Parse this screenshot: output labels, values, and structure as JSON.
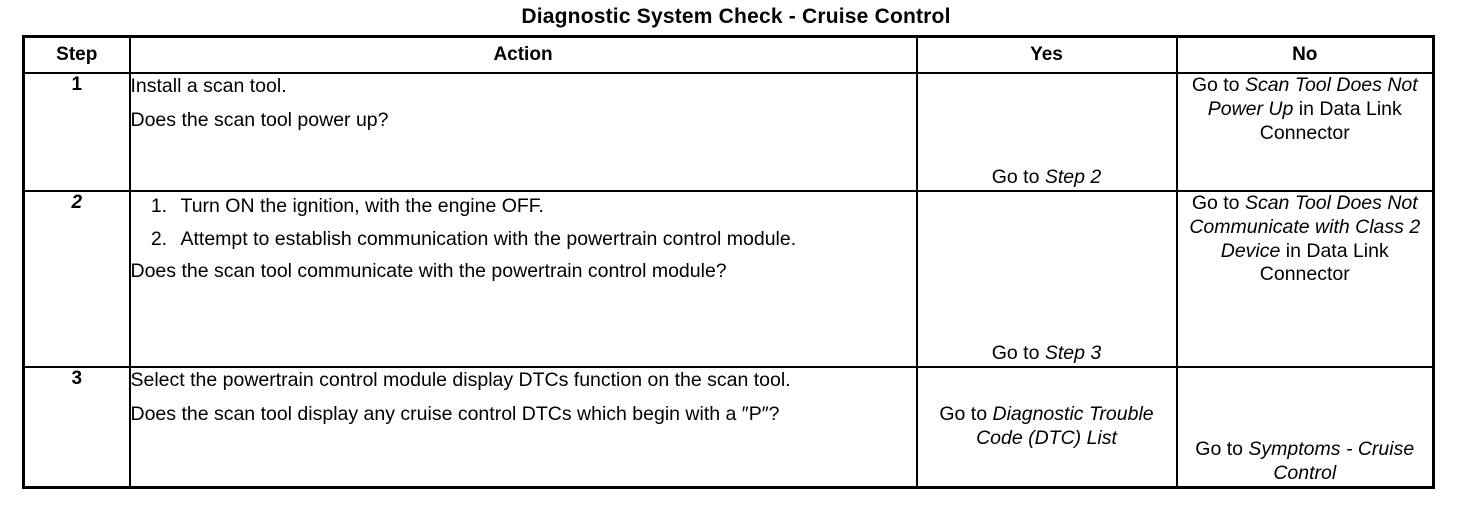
{
  "document": {
    "title": "Diagnostic System Check - Cruise Control"
  },
  "table": {
    "headers": {
      "step": "Step",
      "action": "Action",
      "yes": "Yes",
      "no": "No"
    },
    "rows": [
      {
        "step": "1",
        "step_italic": false,
        "action_lines": [
          "Install a scan tool.",
          "Does the scan tool power up?"
        ],
        "ordered_items": [],
        "yes": {
          "prefix": "Go to ",
          "italic": "Step 2",
          "suffix": ""
        },
        "no": {
          "prefix": "Go to ",
          "italic": "Scan Tool Does Not Power Up",
          "suffix": " in Data Link Connector"
        }
      },
      {
        "step": "2",
        "step_italic": true,
        "action_lines": [
          "Does the scan tool communicate with the powertrain control module?"
        ],
        "ordered_items": [
          "Turn ON the ignition, with the engine OFF.",
          "Attempt to establish communication with the powertrain control module."
        ],
        "yes": {
          "prefix": "Go to ",
          "italic": "Step 3",
          "suffix": ""
        },
        "no": {
          "prefix": "Go to ",
          "italic": "Scan Tool Does Not Communicate with Class 2 Device",
          "suffix": " in Data Link Connector"
        }
      },
      {
        "step": "3",
        "step_italic": false,
        "action_lines": [
          "Select the powertrain control module display DTCs function on the scan tool.",
          "Does the scan tool display any cruise control DTCs which begin with a ″P″?"
        ],
        "ordered_items": [],
        "yes": {
          "prefix": "Go to ",
          "italic": "Diagnostic Trouble Code (DTC) List",
          "suffix": ""
        },
        "no": {
          "prefix": "Go to ",
          "italic": "Symptoms - Cruise Control",
          "suffix": ""
        }
      }
    ]
  },
  "colors": {
    "text": "#000000",
    "background": "#ffffff",
    "border": "#000000"
  }
}
